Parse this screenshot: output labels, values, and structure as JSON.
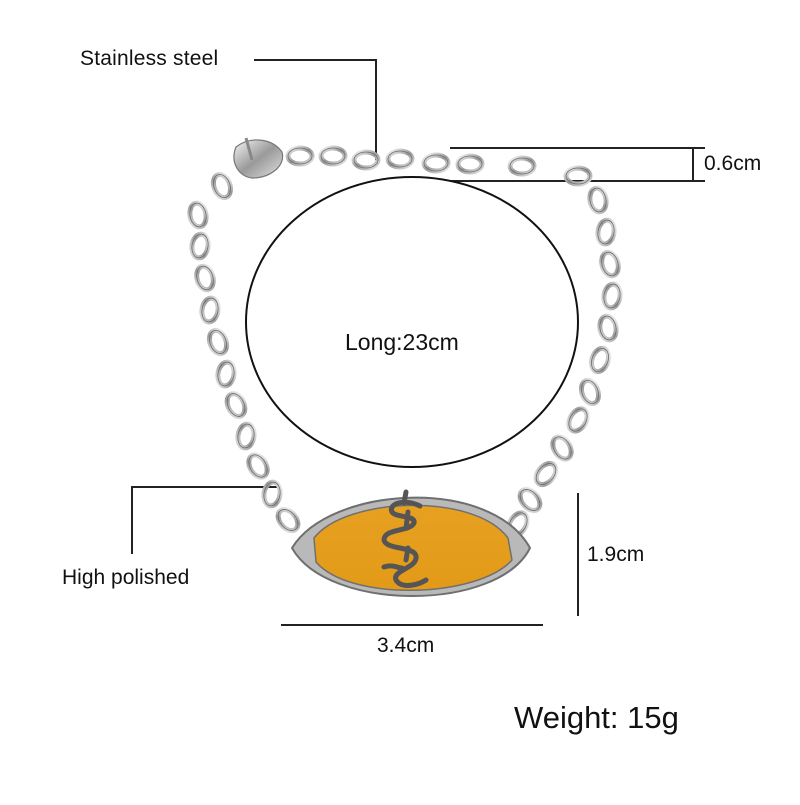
{
  "product": {
    "type": "medical alert bracelet",
    "symbol": "rod of asclepius (snake)",
    "plate_color": "#E9A21C",
    "metal_color": "#C8C8C8"
  },
  "annotations": {
    "material": "Stainless steel",
    "link_width": "0.6cm",
    "length": "Long:23cm",
    "finish": "High polished",
    "plate_height": "1.9cm",
    "plate_width": "3.4cm",
    "weight": "Weight: 15g"
  }
}
